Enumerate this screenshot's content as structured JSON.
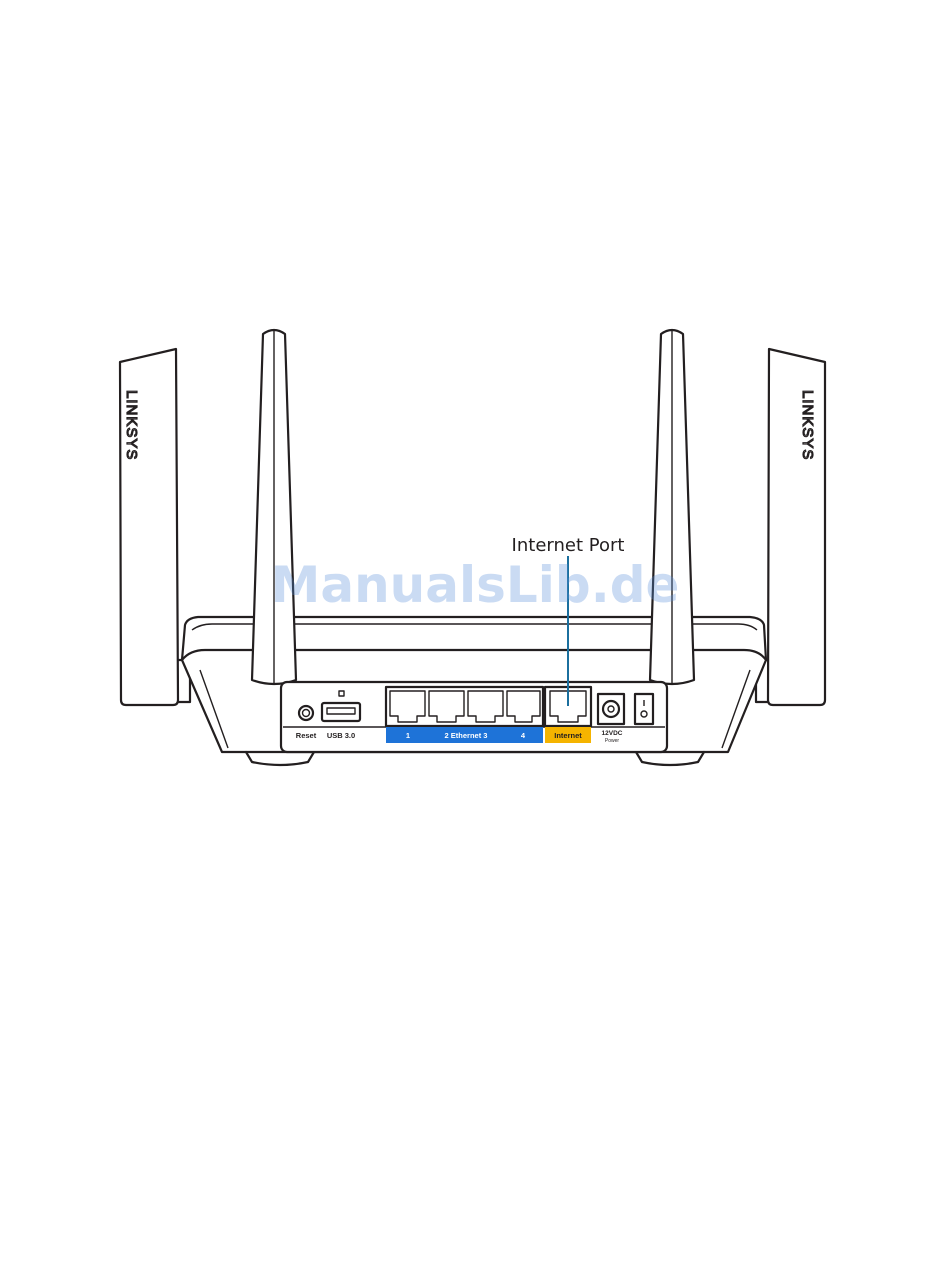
{
  "callout": {
    "label": "Internet Port",
    "line_color": "#1b6f9e"
  },
  "antennas": {
    "brand_label": "LINKSYS"
  },
  "ports": {
    "reset_label": "Reset",
    "usb_label": "USB 3.0",
    "ethernet_1": "1",
    "ethernet_mid": "2 Ethernet 3",
    "ethernet_4": "4",
    "internet_label": "Internet",
    "power_label": "12VDC",
    "power_sub_label": "Power"
  },
  "colors": {
    "ethernet_band": "#1e73d8",
    "internet_band": "#f5b400",
    "outline": "#231f20"
  },
  "watermark": {
    "text": "ManualsLib.de"
  }
}
